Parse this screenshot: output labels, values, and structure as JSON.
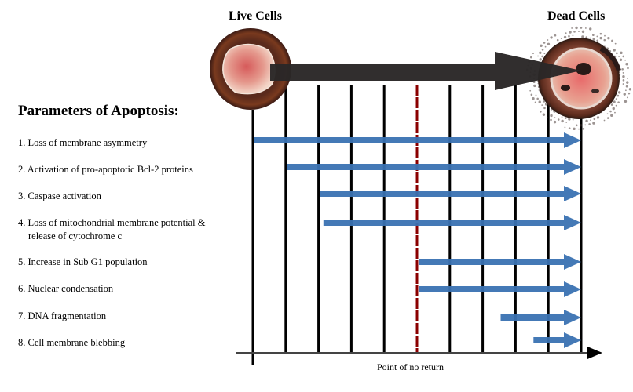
{
  "title_left": "Live Cells",
  "title_right": "Dead Cells",
  "heading": "Parameters of Apoptosis:",
  "point_of_no_return": "Point of no return",
  "colors": {
    "arrow_blue": "#3a72b2",
    "timeline_arrow": "#2a2727",
    "grid_line": "#000000",
    "no_return_line": "#8b0000",
    "axis": "#444444"
  },
  "parameters": [
    {
      "label": "1. Loss of membrane asymmetry",
      "start_step": 0
    },
    {
      "label": "2. Activation of pro-apoptotic Bcl-2 proteins",
      "start_step": 1
    },
    {
      "label": "3. Caspase activation",
      "start_step": 2
    },
    {
      "label": "4. Loss of mitochondrial membrane potential &",
      "label2": "release of cytochrome c",
      "start_step": 2.1
    },
    {
      "label": "5. Increase in Sub G1 population",
      "start_step": 5
    },
    {
      "label": "6. Nuclear condensation",
      "start_step": 5
    },
    {
      "label": "7. DNA fragmentation",
      "start_step": 7.5
    },
    {
      "label": "8. Cell membrane blebbing",
      "start_step": 8.5
    }
  ],
  "timeline": {
    "steps": 10,
    "no_return_step": 5
  }
}
